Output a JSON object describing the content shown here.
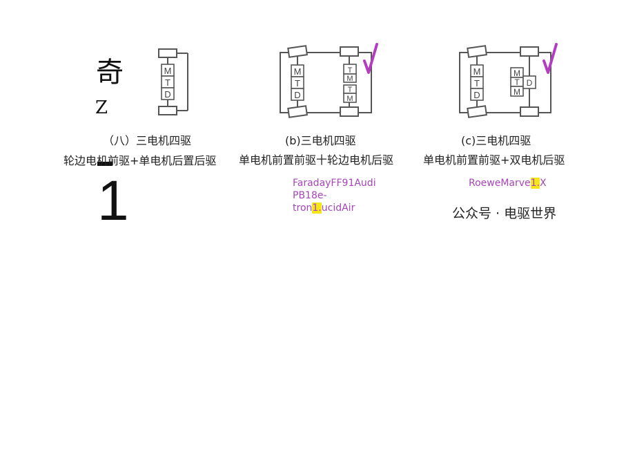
{
  "left_fragments": {
    "qi": "奇",
    "z": "Z",
    "one": "1"
  },
  "diagrams": [
    {
      "caption": "（八）三电机四驱",
      "subtitle": "轮边电机前驱+单电机后置后驱",
      "front_unit": [
        "M",
        "T",
        "D"
      ],
      "rear_unit": [],
      "check": false,
      "brand_lines": []
    },
    {
      "caption": "(b)三电机四驱",
      "subtitle": "单电机前置前驱十轮边电机后驱",
      "front_unit": [
        "M",
        "T",
        "D"
      ],
      "rear_unit": [
        "T",
        "M",
        "T",
        "M"
      ],
      "check": true,
      "check_color": "#b43cc0",
      "brand_lines": [
        {
          "pre": "FaradayFF91Audi",
          "hl": "",
          "post": ""
        },
        {
          "pre": "PB18e-",
          "hl": "",
          "post": ""
        },
        {
          "pre": "tron",
          "hl": "1.",
          "post": "ucidAir"
        }
      ]
    },
    {
      "caption": "(c)三电机四驱",
      "subtitle": "单电机前置前驱+双电机后驱",
      "front_unit": [
        "M",
        "T",
        "D"
      ],
      "rear_unit": [
        "M",
        "T",
        "M",
        "D"
      ],
      "check": true,
      "check_color": "#b43cc0",
      "brand_lines": [
        {
          "pre": "RoeweMarve",
          "hl": "1.",
          "post": "X"
        }
      ]
    }
  ],
  "watermark": "公众号 · 电驱世界",
  "colors": {
    "line": "#555555",
    "brand": "#a545b8",
    "highlight": "#f7e51b"
  }
}
